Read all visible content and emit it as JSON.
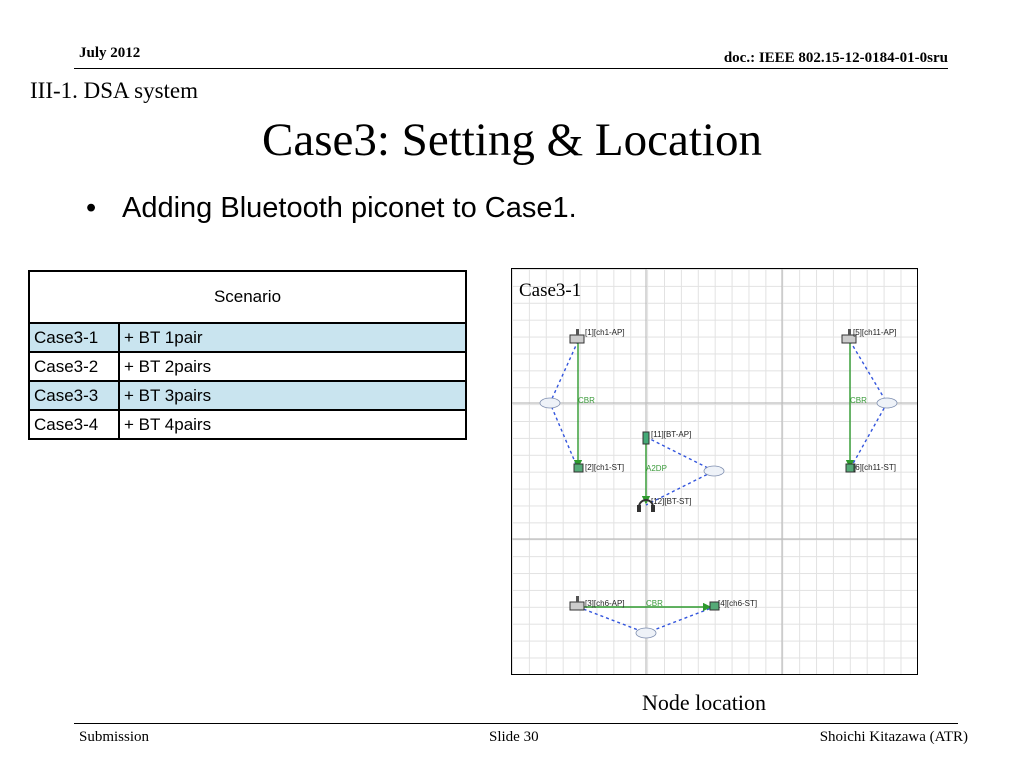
{
  "header": {
    "date": "July 2012",
    "doc": "doc.: IEEE 802.15-12-0184-01-0sru"
  },
  "section": "III-1. DSA system",
  "title": "Case3: Setting & Location",
  "bullet": {
    "marker": "•",
    "text": "Adding Bluetooth piconet to Case1."
  },
  "table": {
    "header": "Scenario",
    "rows": [
      {
        "case": "Case3-1",
        "desc": "+ BT 1pair"
      },
      {
        "case": "Case3-2",
        "desc": "+ BT 2pairs"
      },
      {
        "case": "Case3-3",
        "desc": "+ BT 3pairs"
      },
      {
        "case": "Case3-4",
        "desc": "+ BT 4pairs"
      }
    ]
  },
  "diagram": {
    "title": "Case3-1",
    "caption": "Node location",
    "nodes": [
      "[1][ch1-AP]",
      "[2][ch1-ST]",
      "[5][ch11-AP]",
      "[6][ch11-ST]",
      "[11][BT-AP]",
      "[12][BT-ST]",
      "[3][ch6-AP]",
      "[4][ch6-ST]"
    ],
    "links": [
      "CBR",
      "CBR",
      "A2DP",
      "CBR"
    ],
    "colors": {
      "link": "#2e9a2e",
      "dashed": "#3355dd"
    }
  },
  "footer": {
    "left": "Submission",
    "center": "Slide 30",
    "right": "Shoichi Kitazawa (ATR)"
  }
}
